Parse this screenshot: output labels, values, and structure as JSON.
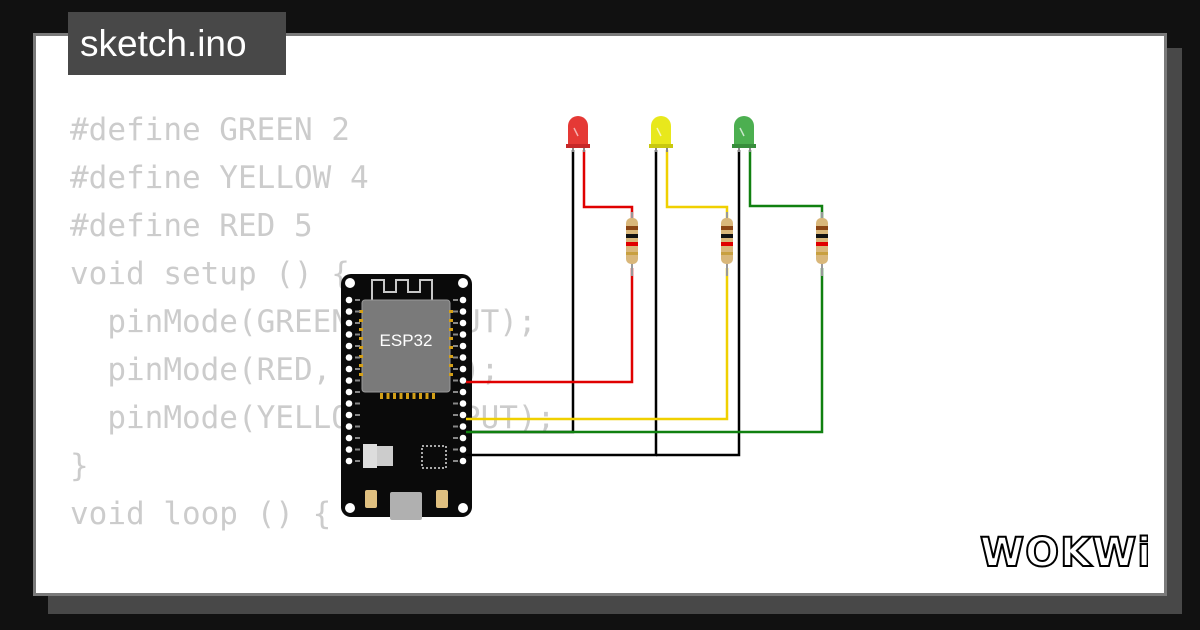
{
  "file_tab": {
    "title": "sketch.ino"
  },
  "code_lines": [
    "#define GREEN 2",
    "#define YELLOW 4",
    "#define RED 5",
    "",
    "void setup () {",
    "  pinMode(GREEN, OUTPUT);",
    "  pinMode(RED, OUTPUT);",
    "  pinMode(YELLOW, OUTPUT);",
    "}",
    "",
    "void loop () {"
  ],
  "board": {
    "chip_label": "ESP32"
  },
  "leds": [
    {
      "color_name": "red",
      "color": "#e53935"
    },
    {
      "color_name": "yellow",
      "color": "#e8e81c"
    },
    {
      "color_name": "green",
      "color": "#4caf50"
    }
  ],
  "wires": {
    "red": "#e00000",
    "yellow": "#f0d000",
    "green": "#108010",
    "ground": "#000000"
  },
  "brand": {
    "logo_text": "WOKWi"
  }
}
